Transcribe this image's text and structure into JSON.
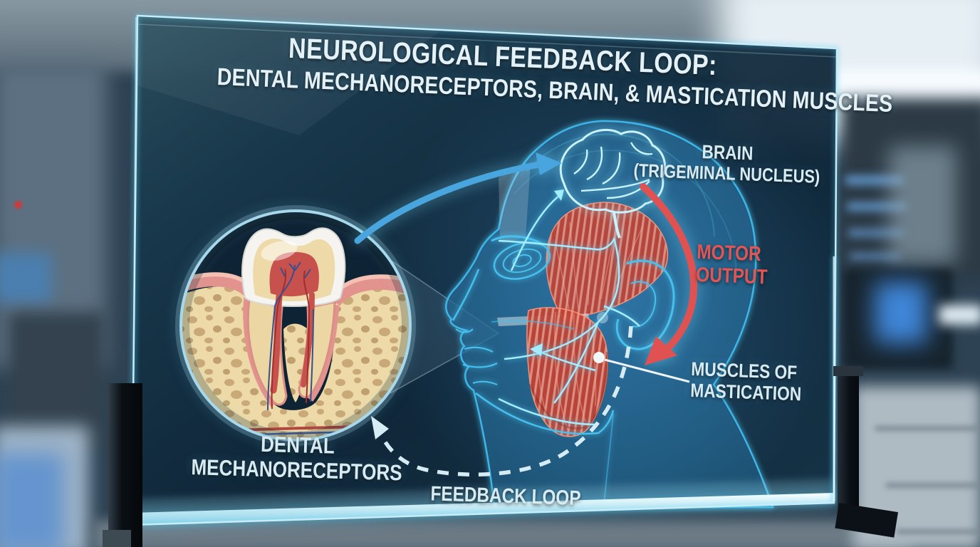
{
  "display": {
    "title": {
      "line1": "NEUROLOGICAL FEEDBACK LOOP:",
      "line2": "DENTAL MECHANORECEPTORS, BRAIN, & MASTICATION MUSCLES"
    },
    "labels": {
      "brain_line1": "BRAIN",
      "brain_line2": "(TRIGEMINAL NUCLEUS)",
      "motor_line1": "MOTOR",
      "motor_line2": "OUTPUT",
      "muscles_line1": "MUSCLES OF",
      "muscles_line2": "MASTICATION",
      "dental_line1": "DENTAL",
      "dental_line2": "MECHANORECEPTORS",
      "feedback_loop": "FEEDBACK LOOP"
    }
  },
  "colors": {
    "title-text": "#e4f2f8",
    "label-text": "#d7ebf3",
    "motor-red": "#e25555",
    "arrow-blue": "#49a5de",
    "arrow-red": "#e05252",
    "dash-color": "#d6ecf5",
    "edge-glow": "#c9edf8",
    "neon-cyan": "#45c3ee"
  }
}
